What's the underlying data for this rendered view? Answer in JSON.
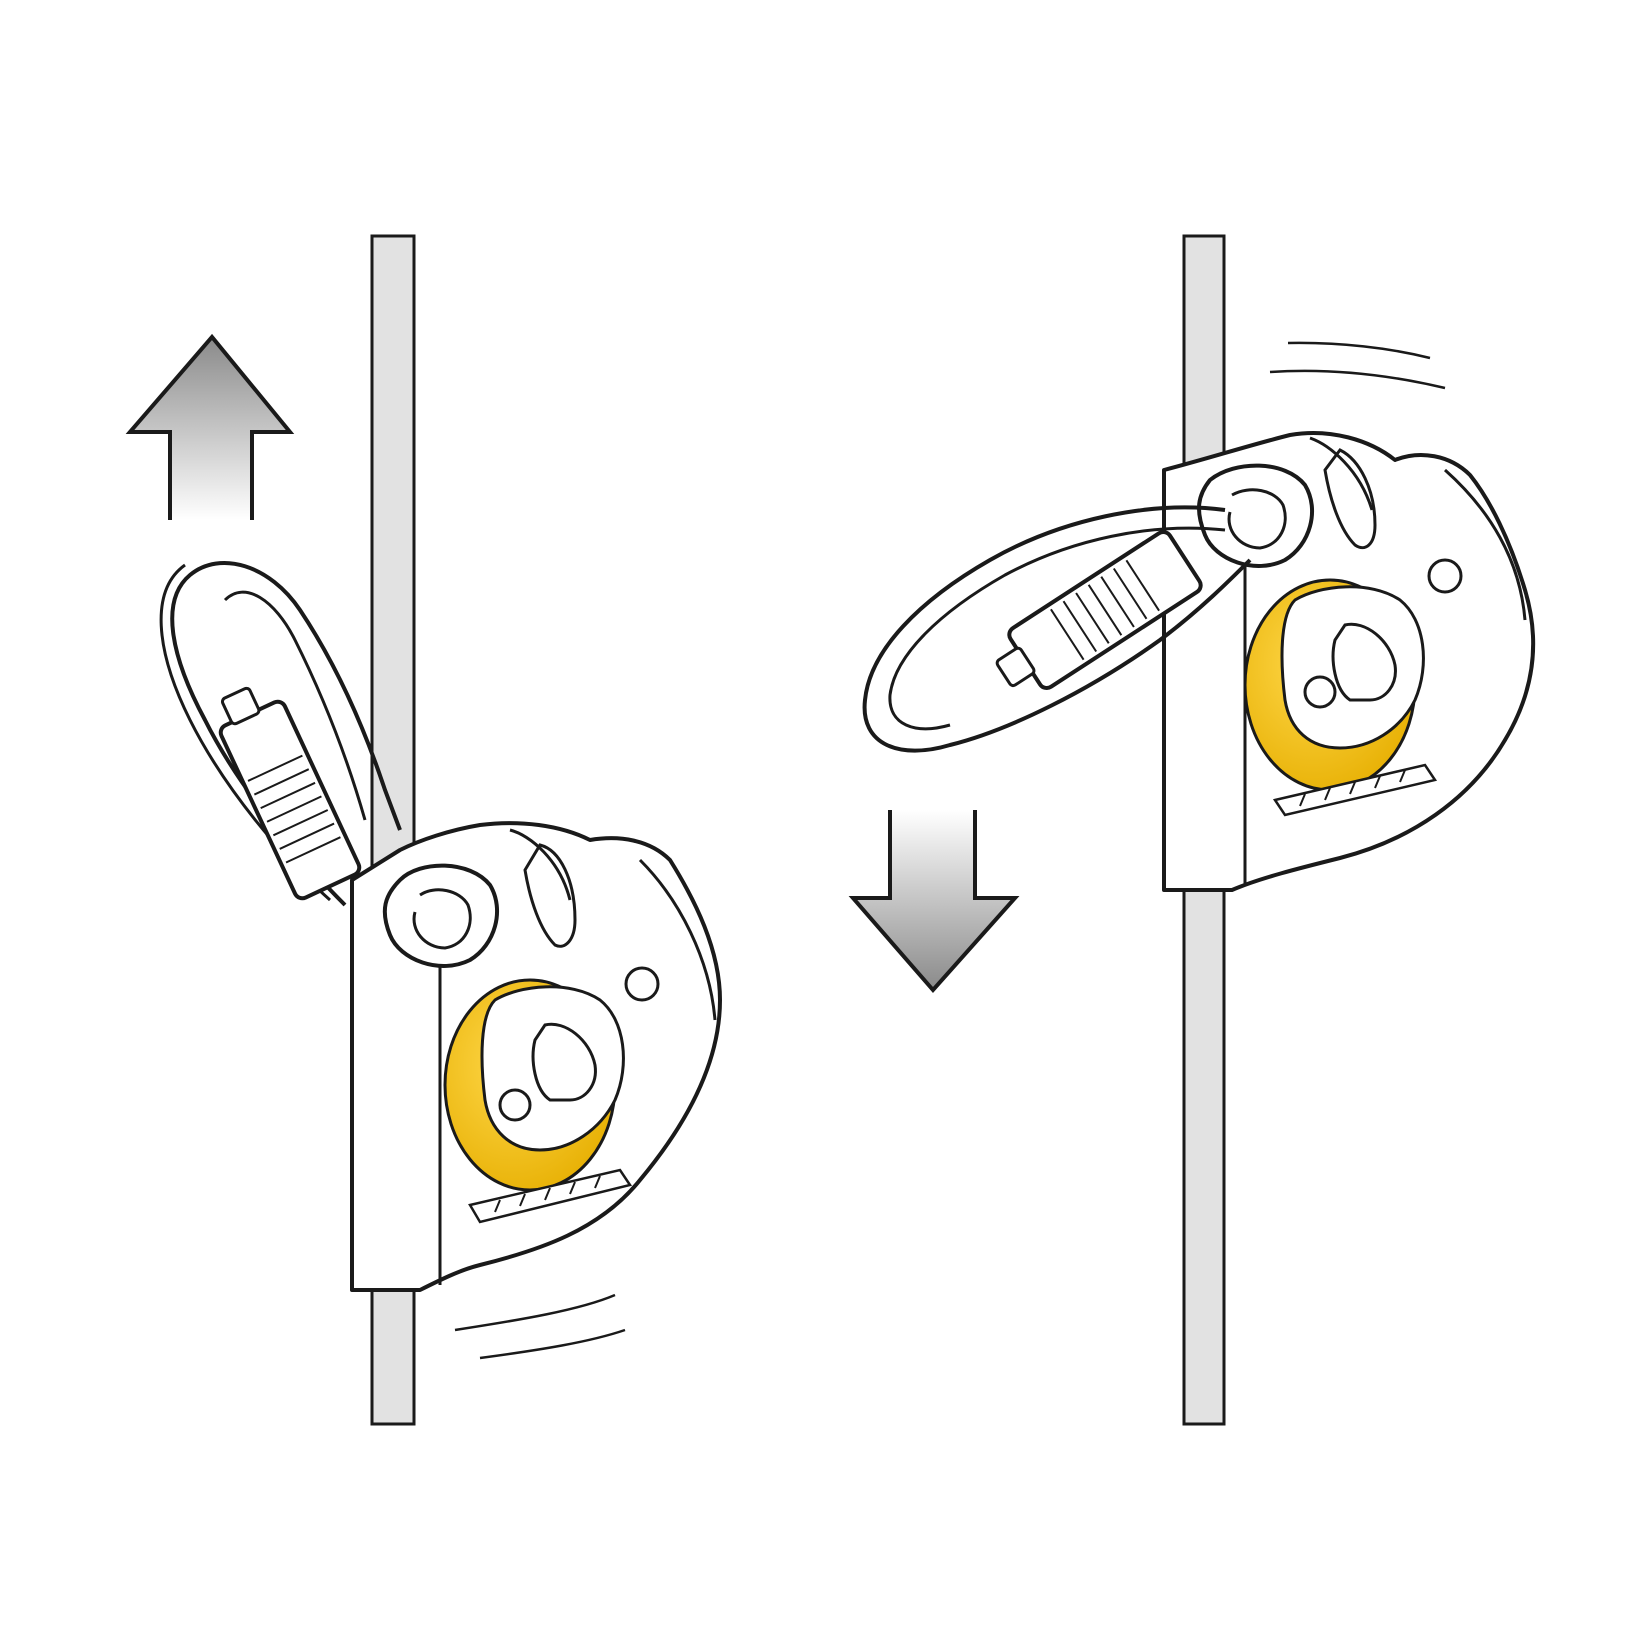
{
  "colors": {
    "background": "#ffffff",
    "outline": "#1a1a1a",
    "device_fill": "#ffffff",
    "cam_yellow": "#f5c518",
    "cam_yellow_dark": "#e0a800",
    "rope_fill": "#e2e2e2",
    "arrow_light": "#ffffff",
    "arrow_dark": "#8a8a8a"
  },
  "panels": [
    {
      "id": "left",
      "arrow_direction": "up",
      "device_state": "sliding"
    },
    {
      "id": "right",
      "arrow_direction": "down",
      "device_state": "locked"
    }
  ],
  "icons": [
    "arrow-up-icon",
    "arrow-down-icon",
    "rope-icon",
    "rope-clamp-icon",
    "carabiner-icon",
    "motion-lines-icon"
  ]
}
